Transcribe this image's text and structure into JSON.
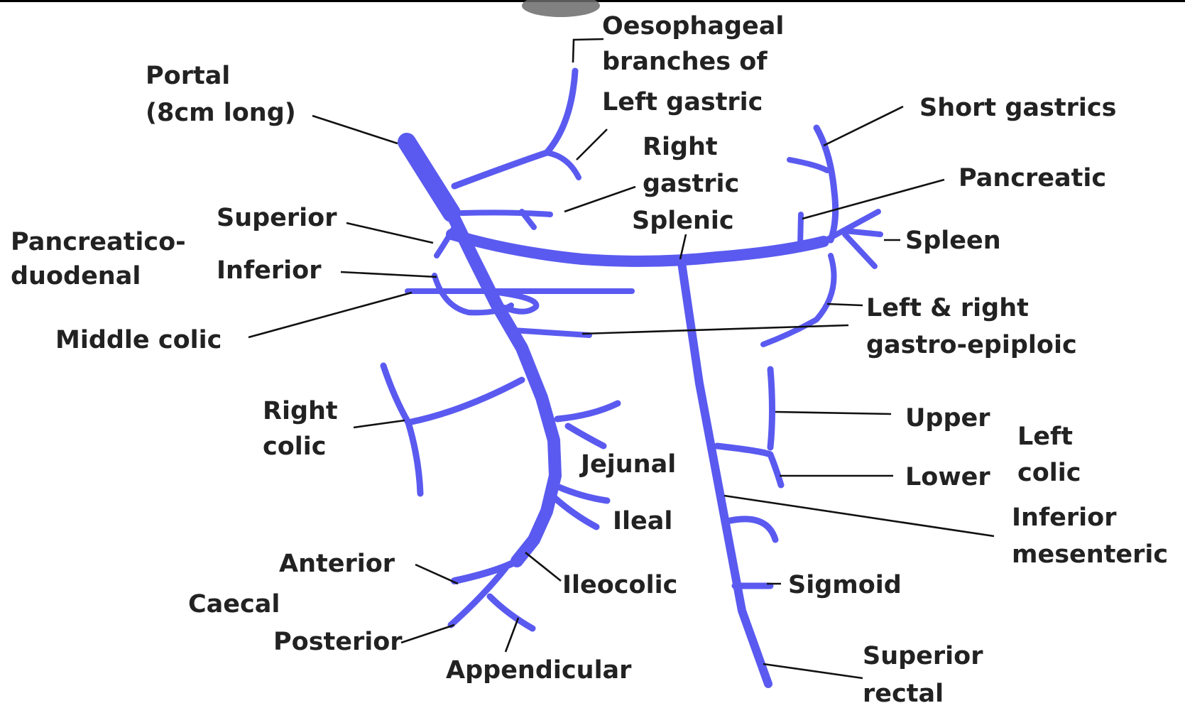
{
  "colors": {
    "vein": "#5a5af0",
    "text": "#222222",
    "leader": "#111111"
  },
  "labels": {
    "oesophageal_1": "Oesophageal",
    "oesophageal_2": "branches of",
    "left_gastric": "Left gastric",
    "portal_1": "Portal",
    "portal_2": "(8cm long)",
    "short_gastrics": "Short gastrics",
    "right_gastric_1": "Right",
    "right_gastric_2": "gastric",
    "pancreatic": "Pancreatic",
    "splenic": "Splenic",
    "superior": "Superior",
    "pancreatico_1": "Pancreatico-",
    "pancreatico_2": "duodenal",
    "spleen": "Spleen",
    "inferior": "Inferior",
    "gastro_epiploic_1": "Left & right",
    "gastro_epiploic_2": "gastro-epiploic",
    "middle_colic": "Middle colic",
    "right_colic_1": "Right",
    "right_colic_2": "colic",
    "upper": "Upper",
    "left_colic_1": "Left",
    "left_colic_2": "colic",
    "lower": "Lower",
    "jejunal": "Jejunal",
    "ileal": "Ileal",
    "inferior_mesenteric_1": "Inferior",
    "inferior_mesenteric_2": "mesenteric",
    "anterior": "Anterior",
    "caecal": "Caecal",
    "ileocolic": "Ileocolic",
    "sigmoid": "Sigmoid",
    "posterior": "Posterior",
    "appendicular": "Appendicular",
    "superior_rectal_1": "Superior",
    "superior_rectal_2": "rectal"
  }
}
